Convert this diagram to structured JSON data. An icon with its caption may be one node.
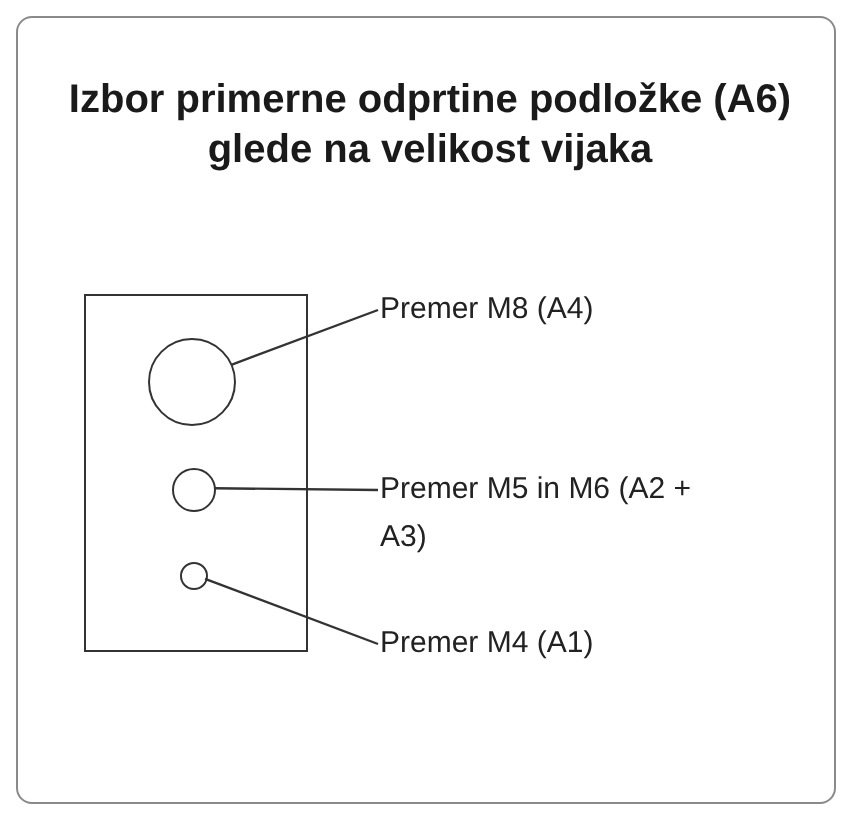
{
  "diagram": {
    "title": "Izbor primerne odprtine podložke (A6) glede na velikost vijaka",
    "nodes": [
      {
        "text": [],
        "shape": "box"
      },
      {
        "text": [],
        "shape": "circle",
        "in": 0
      },
      {
        "text": [],
        "shape": "circle",
        "in": 0
      },
      {
        "text": [],
        "shape": "circle",
        "in": 0
      },
      {
        "text": [
          "Premer M8 (A4)"
        ]
      },
      {
        "text": [
          "Premer M5 in M6 (A2 + A3)"
        ]
      },
      {
        "text": [
          "Premer M4 (A1)"
        ]
      }
    ],
    "edges": [
      {
        "from": 4,
        "to": 1,
        "arrow": "none"
      },
      {
        "from": 5,
        "to": 2,
        "arrow": "none"
      },
      {
        "from": 6,
        "to": 3,
        "arrow": "none"
      }
    ]
  }
}
